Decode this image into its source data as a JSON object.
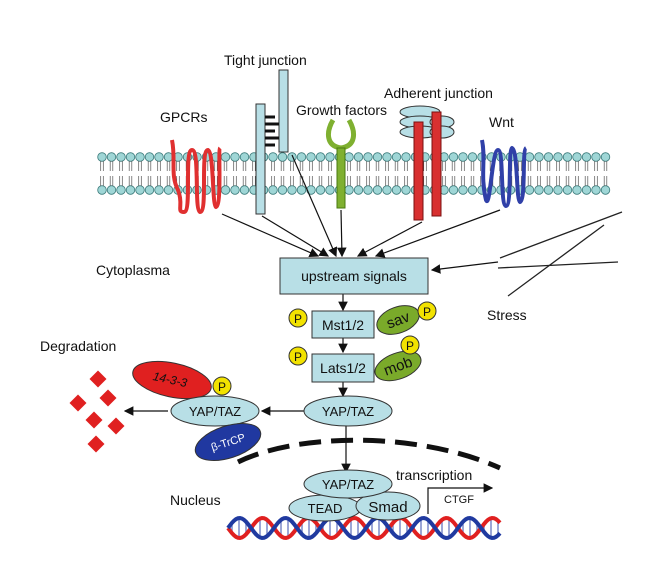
{
  "labels": {
    "tight_junction": "Tight junction",
    "gpcrs": "GPCRs",
    "growth_factors": "Growth factors",
    "adherent_junction": "Adherent junction",
    "wnt": "Wnt",
    "cytoplasma": "Cytoplasma",
    "stress": "Stress",
    "degradation": "Degradation",
    "nucleus": "Nucleus",
    "transcription": "transcription",
    "ctgf": "CTGF"
  },
  "nodes": {
    "upstream": "upstream signals",
    "mst": "Mst1/2",
    "lats": "Lats1/2",
    "sav": "sav",
    "mob": "mob",
    "yaptaz_cyto": "YAP/TAZ",
    "yaptaz_deg": "YAP/TAZ",
    "yaptaz_nuc": "YAP/TAZ",
    "tead": "TEAD",
    "smad": "Smad",
    "p1433": "14-3-3",
    "btrcp": "β-TrCP",
    "phospho": "P"
  },
  "colors": {
    "membrane": "#9fd6d6",
    "box": "#b8dfe6",
    "gpcr": "#e03030",
    "growth": "#7fb030",
    "adherent": "#d83030",
    "wnt": "#3040a8",
    "phospho": "#f2e200",
    "sav_mob": "#7aaa2a",
    "p1433": "#e02020",
    "btrcp": "#2038a0",
    "diamond": "#e02020",
    "dna_red": "#e02020",
    "dna_blue": "#203aa0"
  }
}
